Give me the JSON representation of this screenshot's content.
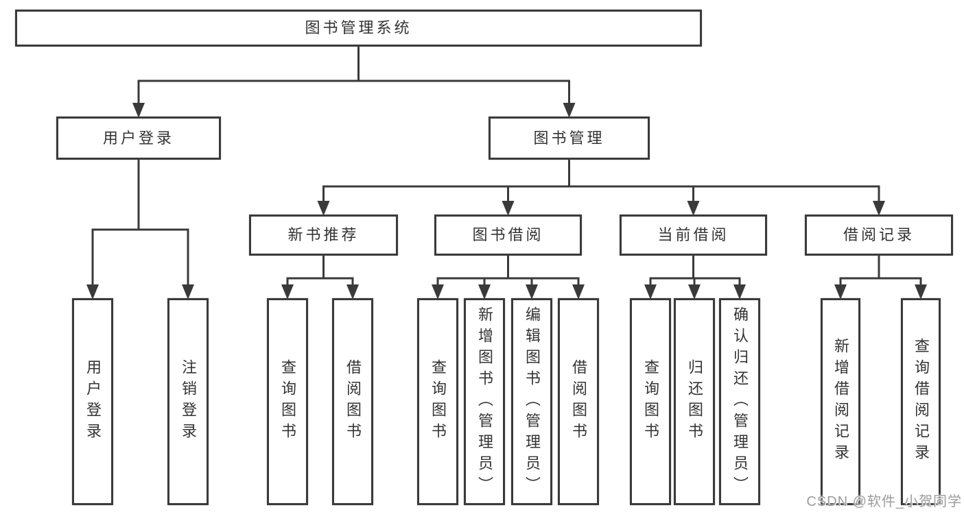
{
  "diagram": {
    "nodes": {
      "root": {
        "label": "图书管理系统"
      },
      "user_login": {
        "label": "用户登录"
      },
      "book_mgmt": {
        "label": "图书管理"
      },
      "new_book_rec": {
        "label": "新书推荐"
      },
      "book_borrow": {
        "label": "图书借阅"
      },
      "current_borrow": {
        "label": "当前借阅"
      },
      "borrow_records": {
        "label": "借阅记录"
      },
      "leaf_user_login": {
        "label": "用户登录"
      },
      "leaf_logout": {
        "label": "注销登录"
      },
      "leaf_nbr_query": {
        "label": "查询图书"
      },
      "leaf_nbr_borrow": {
        "label": "借阅图书"
      },
      "leaf_bb_query": {
        "label": "查询图书"
      },
      "leaf_bb_add": {
        "label": "新增图书（管理员）"
      },
      "leaf_bb_edit": {
        "label": "编辑图书（管理员）"
      },
      "leaf_bb_borrow": {
        "label": "借阅图书"
      },
      "leaf_cb_query": {
        "label": "查询图书"
      },
      "leaf_cb_return": {
        "label": "归还图书"
      },
      "leaf_cb_confirm": {
        "label": "确认归还（管理员）"
      },
      "leaf_br_add": {
        "label": "新增借阅记录"
      },
      "leaf_br_query": {
        "label": "查询借阅记录"
      }
    },
    "edges": [
      {
        "parent": "root",
        "children": [
          "user_login",
          "book_mgmt"
        ]
      },
      {
        "parent": "user_login",
        "children": [
          "leaf_user_login",
          "leaf_logout"
        ]
      },
      {
        "parent": "book_mgmt",
        "children": [
          "new_book_rec",
          "book_borrow",
          "current_borrow",
          "borrow_records"
        ]
      },
      {
        "parent": "new_book_rec",
        "children": [
          "leaf_nbr_query",
          "leaf_nbr_borrow"
        ]
      },
      {
        "parent": "book_borrow",
        "children": [
          "leaf_bb_query",
          "leaf_bb_add",
          "leaf_bb_edit",
          "leaf_bb_borrow"
        ]
      },
      {
        "parent": "current_borrow",
        "children": [
          "leaf_cb_query",
          "leaf_cb_return",
          "leaf_cb_confirm"
        ]
      },
      {
        "parent": "borrow_records",
        "children": [
          "leaf_br_add",
          "leaf_br_query"
        ]
      }
    ]
  },
  "watermark": {
    "text": "CSDN @软件_小贺同学"
  },
  "colors": {
    "line": "#3a3a3a",
    "box_border": "#3a3a3a",
    "text": "#333333",
    "watermark": "#9e9e9e",
    "background": "#ffffff"
  }
}
